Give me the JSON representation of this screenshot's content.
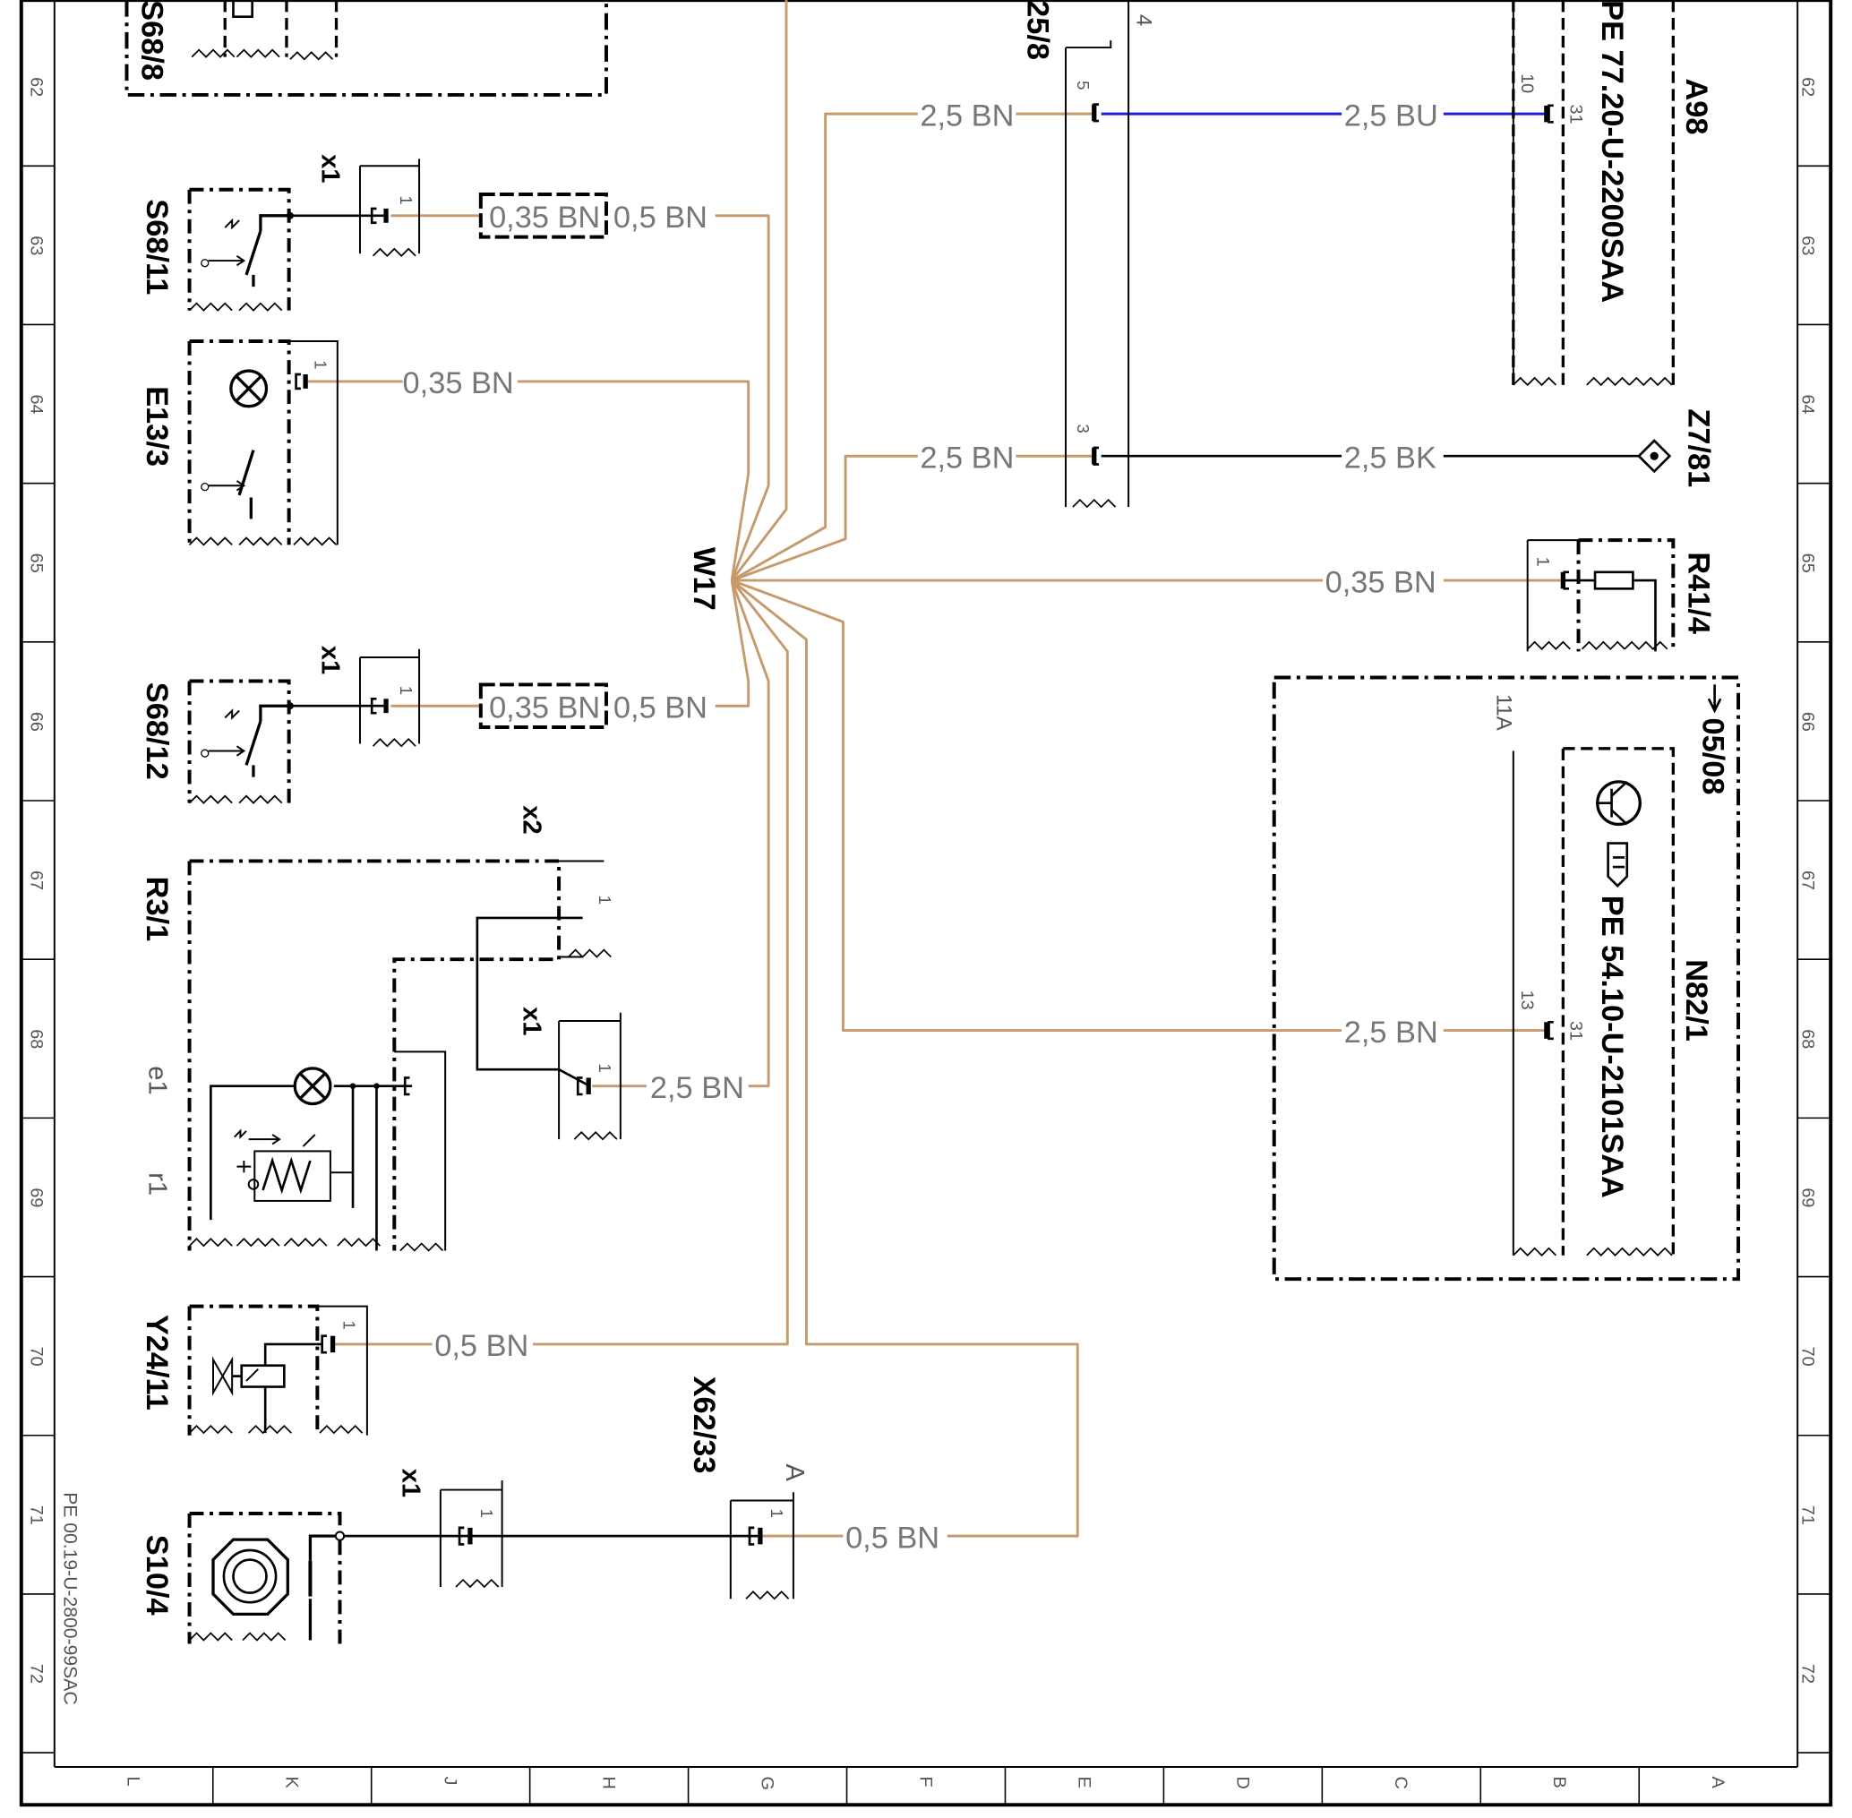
{
  "colors": {
    "brown": "#c69a6d",
    "blue": "#1f1fd8",
    "black": "#000000",
    "grey": "#777777"
  },
  "frame": {
    "row_numbers": [
      "62",
      "63",
      "64",
      "65",
      "66",
      "67",
      "68",
      "69",
      "70",
      "71",
      "72"
    ],
    "column_letters": [
      "L",
      "K",
      "J",
      "H",
      "G",
      "F",
      "E",
      "D",
      "C",
      "B",
      "A"
    ],
    "drawing_number": "PE 00.19-U-2800-99SAC"
  },
  "bundle": {
    "label": "W17"
  },
  "components": {
    "S68_8": {
      "code": "S68/8"
    },
    "S68_11": {
      "code": "S68/11",
      "connector": "x1",
      "pin": "1"
    },
    "E13_3": {
      "code": "E13/3",
      "pin": "1"
    },
    "S68_12": {
      "code": "S68/12",
      "connector": "x1",
      "pin": "1"
    },
    "R3_1": {
      "code": "R3/1",
      "conn_x2": "x2",
      "conn_x1": "x1",
      "pin_x2": "1",
      "pin_x1": "1",
      "sub_e1": "e1",
      "sub_r1": "r1"
    },
    "Y24_11": {
      "code": "Y24/11",
      "pin": "1"
    },
    "S10_4": {
      "code": "S10/4",
      "connector": "x1",
      "pin": "1"
    },
    "X62_33": {
      "code": "X62/33",
      "connector": "A",
      "pin": "1"
    },
    "X25_8": {
      "code": "25/8",
      "top_pin": "4",
      "pin_5": "5",
      "pin_3": "3"
    },
    "A98": {
      "code": "A98",
      "ref": "PE 77.20-U-2200SAA",
      "pin_a": "10",
      "pin_b": "31"
    },
    "Z7_81": {
      "code": "Z7/81"
    },
    "R41_4": {
      "code": "R41/4",
      "pin": "1"
    },
    "N82_1": {
      "code": "N82/1",
      "ref": "PE 54.10-U-2101SAA",
      "pin_a": "13",
      "pin_b": "31",
      "box_pin": "11A",
      "page_ref": "05/08"
    }
  },
  "wires": {
    "s68_11_box": "0,35 BN",
    "s68_11_run": "0,5 BN",
    "e13_3": "0,35 BN",
    "s68_12_box": "0,35 BN",
    "s68_12_run": "0,5 BN",
    "r3_1": "2,5 BN",
    "y24_11": "0,5 BN",
    "x62_33": "0,5 BN",
    "x25_pin5": "2,5 BN",
    "a98": "2,5 BU",
    "x25_pin3": "2,5 BN",
    "z7_81": "2,5 BK",
    "r41_4": "0,35 BN",
    "n82_1": "2,5 BN"
  }
}
